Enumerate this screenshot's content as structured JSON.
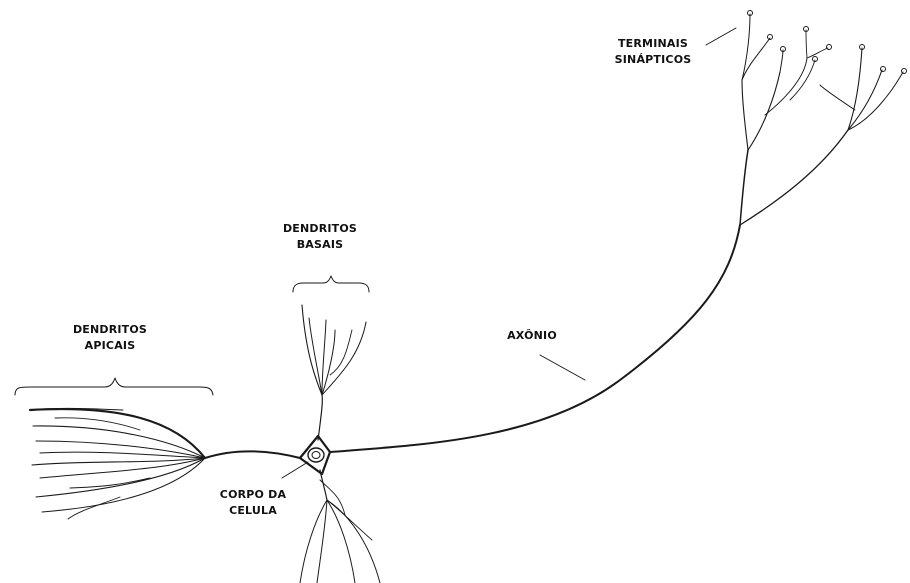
{
  "labels": {
    "terminais": [
      "TERMINAIS",
      "SINÁPTICOS"
    ],
    "dendritos_basais": [
      "DENDRITOS",
      "BASAIS"
    ],
    "dendritos_apicais": [
      "DENDRITOS",
      "APICAIS"
    ],
    "axonio": [
      "AXÔNIO"
    ],
    "corpo": [
      "CORPO DA",
      "CELULA"
    ]
  },
  "colors": {
    "ink": "#1a1a1a",
    "background": "#ffffff"
  }
}
